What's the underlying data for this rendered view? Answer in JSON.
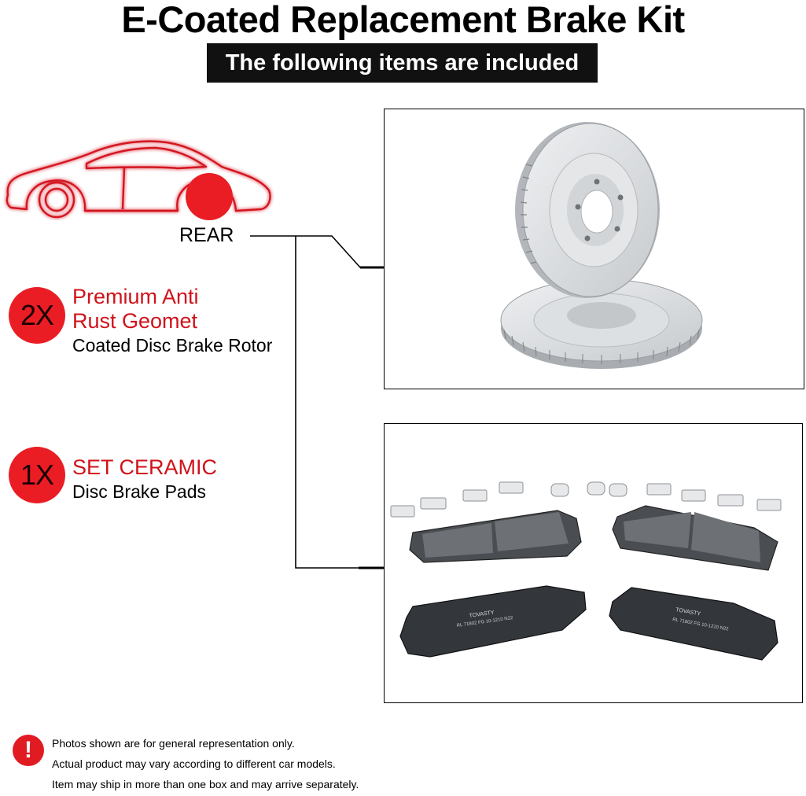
{
  "header": {
    "title": "E-Coated Replacement Brake Kit",
    "subtitle": "The following items are included"
  },
  "position_label": "REAR",
  "items": [
    {
      "quantity": "2X",
      "line1": "Premium Anti",
      "line2": "Rust Geomet",
      "line3": "Coated Disc Brake Rotor"
    },
    {
      "quantity": "1X",
      "line1": "SET CERAMIC",
      "line2": "Disc Brake Pads"
    }
  ],
  "pad_print": {
    "brand": "TOVASTY",
    "code_left": "RL 71802 FG 10-1210 N22",
    "code_right": "RL 71802 FG 10-1210 N22"
  },
  "notice": {
    "icon": "exclamation-icon",
    "lines": [
      "Photos shown are for general representation only.",
      "Actual product may vary according to different car models.",
      "Item may ship in more than one box and may arrive separately."
    ]
  },
  "colors": {
    "accent_red": "#ea1d25",
    "text_red": "#d0121b",
    "bar_black": "#111111",
    "car_outline": "#d41820",
    "rotor_gray": "#d3d6d9",
    "pad_dark": "#3b3e42"
  }
}
